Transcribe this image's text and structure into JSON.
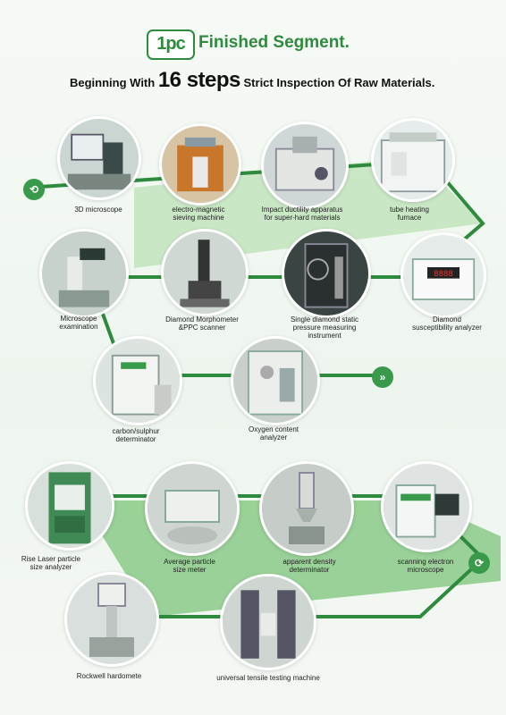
{
  "header": {
    "badge": "1pc",
    "title": "Finished Segment.",
    "subtitle_pre": "Beginning With",
    "subtitle_big": "16 steps",
    "subtitle_post": "Strict Inspection Of Raw Materials."
  },
  "steps": [
    {
      "l1": "3D microscope",
      "l2": ""
    },
    {
      "l1": "electro-magnetic",
      "l2": "sieving machine"
    },
    {
      "l1": "Impact ductility apparatus",
      "l2": "for super-hard materials"
    },
    {
      "l1": "tube heating",
      "l2": "furnace"
    },
    {
      "l1": "Microscope",
      "l2": "examination"
    },
    {
      "l1": "Diamond Morphometer",
      "l2": "&PPC scanner"
    },
    {
      "l1": "Single diamond static",
      "l2": "pressure measuring",
      "l3": "instrument"
    },
    {
      "l1": "Diamond",
      "l2": "susceptibility analyzer"
    },
    {
      "l1": "carbon/sulphur",
      "l2": "determinator"
    },
    {
      "l1": "Oxygen content",
      "l2": "analyzer"
    },
    {
      "l1": "Rise Laser particle",
      "l2": "size analyzer"
    },
    {
      "l1": "Average particle",
      "l2": "size meter"
    },
    {
      "l1": "apparent density",
      "l2": "determinator"
    },
    {
      "l1": "scanning electron",
      "l2": "microscope"
    },
    {
      "l1": "Rockwell hardomete",
      "l2": ""
    },
    {
      "l1": "universal tensile testing machine",
      "l2": ""
    }
  ],
  "icons": {
    "start": "⟲",
    "next": "»",
    "end": "⟳"
  },
  "colors": {
    "accent": "#2e8b3e",
    "band": "#7cc47a"
  }
}
